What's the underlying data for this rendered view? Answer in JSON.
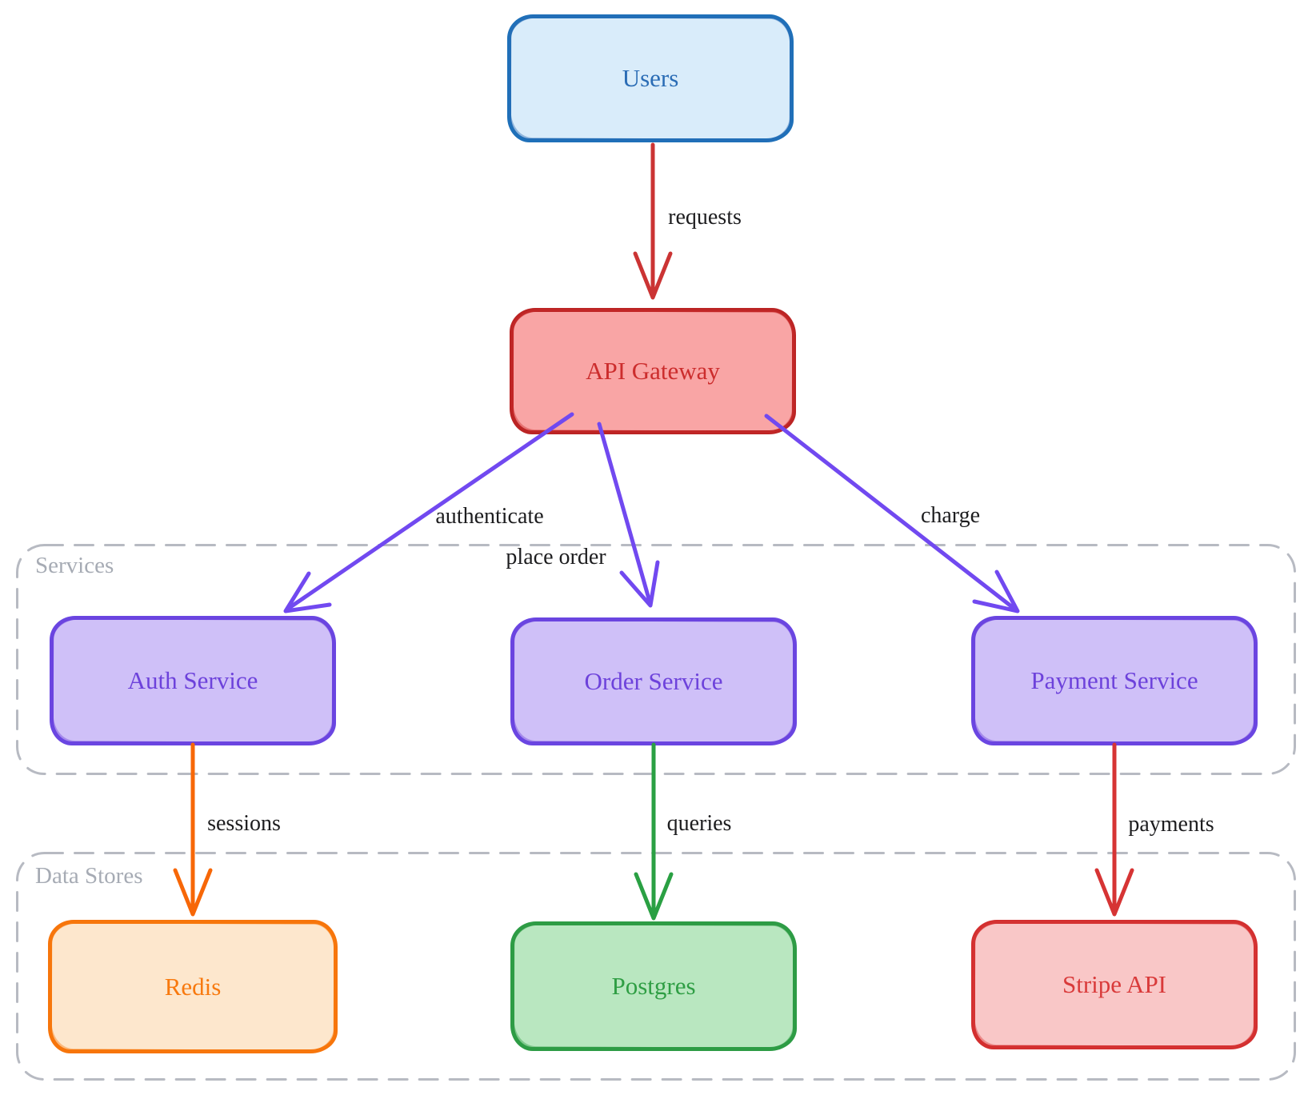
{
  "page": {
    "background": "#ffffff"
  },
  "diagram": {
    "type": "flowchart",
    "nodes": {
      "users": {
        "label": "Users",
        "fill": "#d9ecfa",
        "stroke": "#1e70b9",
        "text_color": "#2a6cb5"
      },
      "api_gateway": {
        "label": "API Gateway",
        "fill": "#f9a5a5",
        "stroke": "#bb2424",
        "text_color": "#cc2d2d"
      },
      "auth": {
        "label": "Auth Service",
        "fill": "#cfc0f8",
        "stroke": "#6a46e2",
        "text_color": "#6d42db"
      },
      "order": {
        "label": "Order Service",
        "fill": "#cfc0f8",
        "stroke": "#6a46e2",
        "text_color": "#6d42db"
      },
      "payment": {
        "label": "Payment Service",
        "fill": "#cfc0f8",
        "stroke": "#6a46e2",
        "text_color": "#6d42db"
      },
      "redis": {
        "label": "Redis",
        "fill": "#fde7cd",
        "stroke": "#f7750b",
        "text_color": "#f8790e"
      },
      "postgres": {
        "label": "Postgres",
        "fill": "#b9e7c0",
        "stroke": "#2d9c45",
        "text_color": "#2f9e44"
      },
      "stripe": {
        "label": "Stripe API",
        "fill": "#f9c7c7",
        "stroke": "#d32f2f",
        "text_color": "#d93a3a"
      }
    },
    "groups": {
      "services": {
        "label": "Services",
        "border_color": "#b7bac2",
        "label_color": "#a6abb4"
      },
      "data_stores": {
        "label": "Data Stores",
        "border_color": "#b7bac2",
        "label_color": "#a6abb4"
      }
    },
    "edges": [
      {
        "from": "Users",
        "to": "API Gateway",
        "label": "requests",
        "color": "#cb3434"
      },
      {
        "from": "API Gateway",
        "to": "Auth Service",
        "label": "authenticate",
        "color": "#7149f0"
      },
      {
        "from": "API Gateway",
        "to": "Order Service",
        "label": "place order",
        "color": "#7149f0"
      },
      {
        "from": "API Gateway",
        "to": "Payment Service",
        "label": "charge",
        "color": "#7149f0"
      },
      {
        "from": "Auth Service",
        "to": "Redis",
        "label": "sessions",
        "color": "#f76707"
      },
      {
        "from": "Order Service",
        "to": "Postgres",
        "label": "queries",
        "color": "#2aa043"
      },
      {
        "from": "Payment Service",
        "to": "Stripe API",
        "label": "payments",
        "color": "#d63434"
      }
    ],
    "edge_label_color": "#1d1d1f"
  }
}
